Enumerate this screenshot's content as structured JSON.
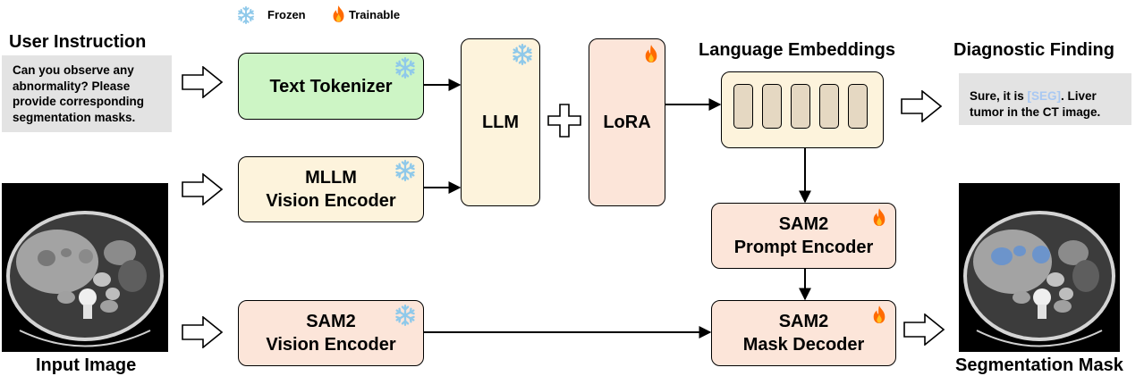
{
  "legend": {
    "frozen": "Frozen",
    "trainable": "Trainable"
  },
  "titles": {
    "user_instruction": "User Instruction",
    "language_embeddings": "Language Embeddings",
    "diagnostic_finding": "Diagnostic Finding",
    "input_image": "Input Image",
    "segmentation_mask": "Segmentation Mask"
  },
  "instruction_text": {
    "line1": "Can you observe any",
    "line2": "abnormality? Please",
    "line3": "provide corresponding",
    "line4": "segmentation masks."
  },
  "finding_text": {
    "pre": "Sure, it is ",
    "seg": "[SEG]",
    "post": ". Liver",
    "line2": "tumor in the CT image."
  },
  "blocks": {
    "text_tokenizer": "Text Tokenizer",
    "mllm_vision_encoder": {
      "line1": "MLLM",
      "line2": "Vision Encoder"
    },
    "llm": "LLM",
    "plus": "+",
    "lora": "LoRA",
    "sam2_prompt_encoder": {
      "line1": "SAM2",
      "line2": "Prompt Encoder"
    },
    "sam2_vision_encoder": {
      "line1": "SAM2",
      "line2": "Vision Encoder"
    },
    "sam2_mask_decoder": {
      "line1": "SAM2",
      "line2": "Mask Decoder"
    }
  },
  "colors": {
    "tokenizer_fill": "#cdf5c5",
    "frozen_block_fill": "#fdf3dc",
    "trainable_block_fill": "#fce5d9",
    "frozen_icon": "#8fc9ea",
    "trainable_icon": "#ff6a00",
    "seg_token": "#a9c8f2",
    "mask_overlay": "#5a8fd8"
  },
  "icons": {
    "frozen": "snowflake-icon",
    "trainable": "flame-icon"
  }
}
